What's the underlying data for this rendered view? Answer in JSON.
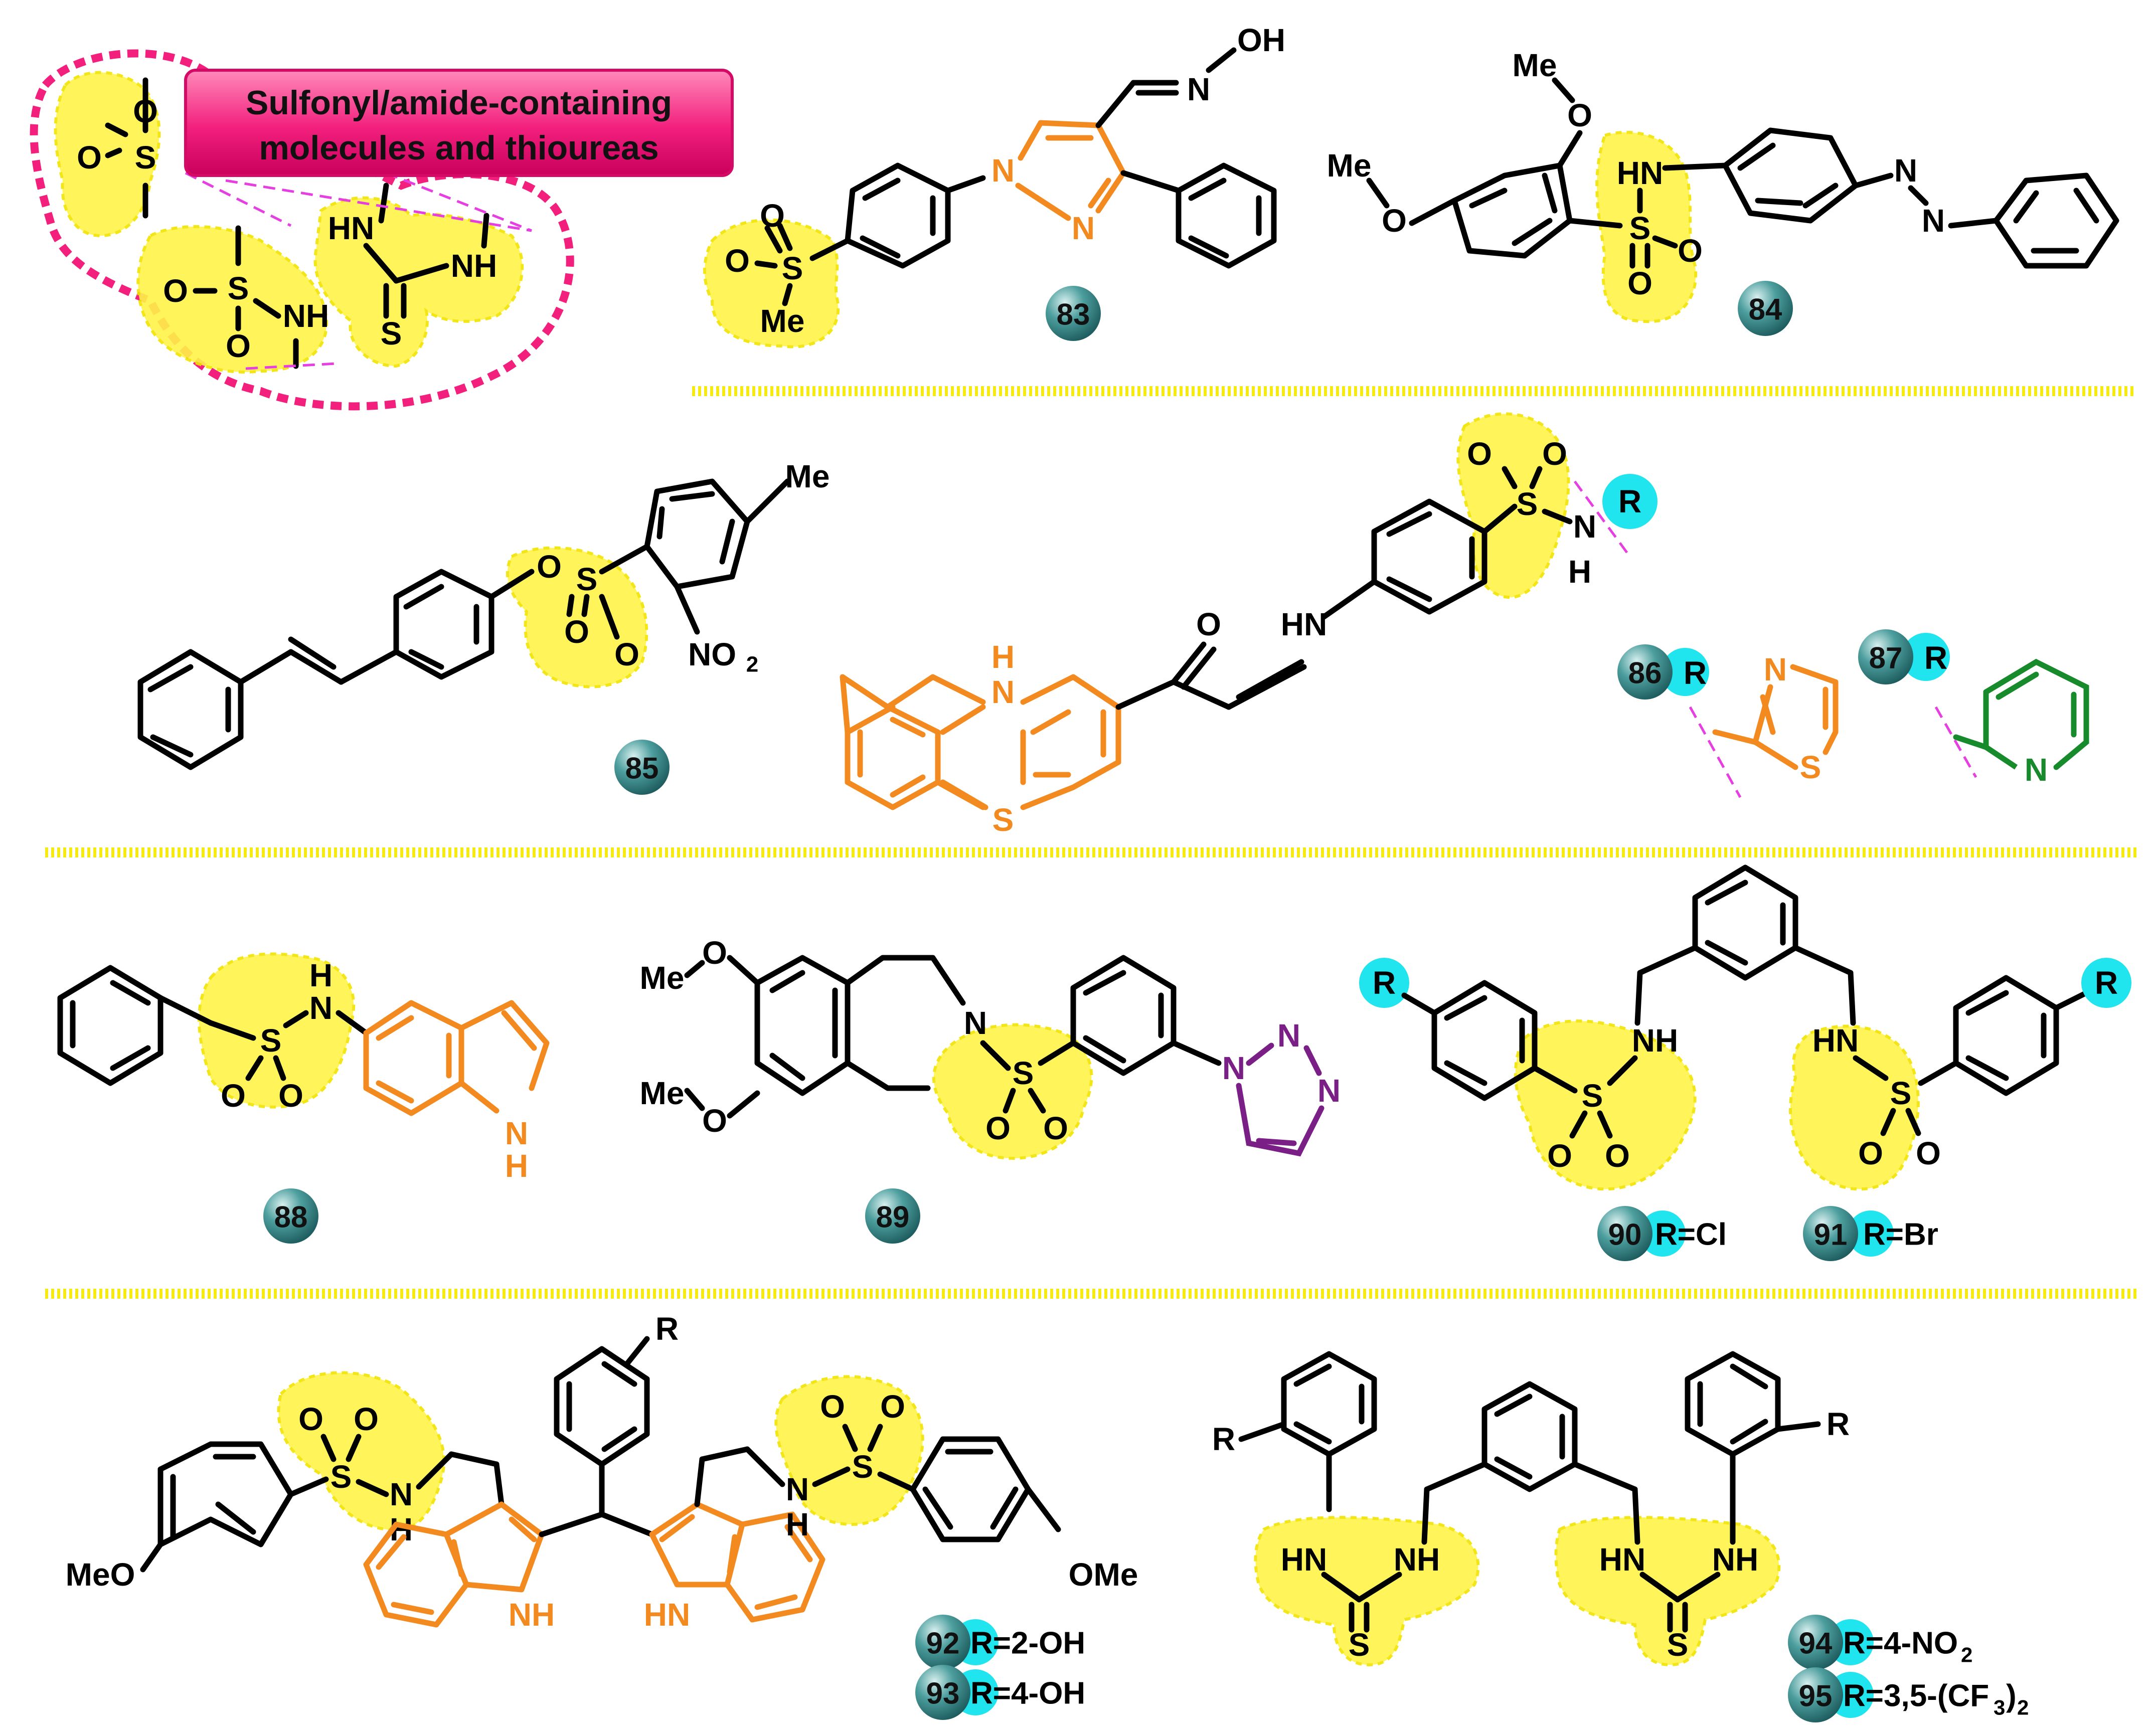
{
  "title_box": {
    "line1": "Sulfonyl/amide-containing",
    "line2": "molecules and thioureas",
    "box_color": "#f21f7d"
  },
  "motifs": {
    "sulfone_S": "S",
    "sulfone_O1": "O",
    "sulfone_O2": "O",
    "sulfonamide_S": "S",
    "sulfonamide_O1": "O",
    "sulfonamide_O2": "O",
    "sulfonamide_NH": "NH",
    "thiourea_HN": "HN",
    "thiourea_NH": "NH",
    "thiourea_S": "S"
  },
  "compounds": {
    "c83": {
      "number": "83",
      "label_noh": "N",
      "label_oh": "OH",
      "n1": "N",
      "n2": "N",
      "s": "S",
      "o1": "O",
      "o2": "O",
      "me": "Me"
    },
    "c84": {
      "number": "84",
      "meo_top": "Me",
      "o_top": "O",
      "meo_left_me": "Me",
      "o_left": "O",
      "hn": "HN",
      "s": "S",
      "o1": "O",
      "o2": "O",
      "n1": "N",
      "n2": "N"
    },
    "c85": {
      "number": "85",
      "me": "Me",
      "o": "O",
      "s": "S",
      "o1": "O",
      "o2": "O",
      "no2": "NO",
      "no2_sub": "2"
    },
    "c86_87_core": {
      "h_top": "H",
      "n_ring": "N",
      "s_ring": "S",
      "o_keto": "O",
      "hn": "HN",
      "s": "S",
      "o1": "O",
      "o2": "O",
      "n": "N",
      "h": "H",
      "r": "R"
    },
    "c86": {
      "number": "86",
      "r": "R",
      "n": "N",
      "s": "S"
    },
    "c87": {
      "number": "87",
      "r": "R",
      "n": "N"
    },
    "c88": {
      "number": "88",
      "h": "H",
      "n": "N",
      "s": "S",
      "o1": "O",
      "o2": "O",
      "nh_n": "N",
      "nh_h": "H"
    },
    "c89": {
      "number": "89",
      "meo1_me": "Me",
      "meo1_o": "O",
      "meo2_me": "Me",
      "meo2_o": "O",
      "n": "N",
      "s": "S",
      "o1": "O",
      "o2": "O",
      "tn1": "N",
      "tn2": "N",
      "tn3": "N"
    },
    "c90": {
      "number": "90",
      "text": "R=Cl"
    },
    "c91": {
      "number": "91",
      "text": "R=Br"
    },
    "c90_91_core": {
      "r_left": "R",
      "r_right": "R",
      "nh": "NH",
      "hn": "HN",
      "s1": "S",
      "s2": "S",
      "o": "O"
    },
    "c92": {
      "number": "92",
      "text": "R=2-OH"
    },
    "c93": {
      "number": "93",
      "text": "R=4-OH"
    },
    "c92_93_core": {
      "r": "R",
      "meo_left": "MeO",
      "ome_right": "OMe",
      "s": "S",
      "o": "O",
      "n": "N",
      "h": "H",
      "nh": "NH",
      "hn": "HN"
    },
    "c94": {
      "number": "94",
      "text": "R=4-NO",
      "sub": "2"
    },
    "c95": {
      "number": "95",
      "text": "R=3,5-(CF",
      "sub1": "3",
      "close": ")",
      "sub2": "2"
    },
    "c94_95_core": {
      "r_left": "R",
      "r_right": "R",
      "hn": "HN",
      "nh": "NH",
      "s": "S"
    }
  },
  "colors": {
    "highlight": "#fff44a",
    "orange": "#f28a1f",
    "green": "#178a2b",
    "purple": "#7a1f86",
    "cyan": "#20e4ee",
    "badge": "#2f8b8b"
  }
}
